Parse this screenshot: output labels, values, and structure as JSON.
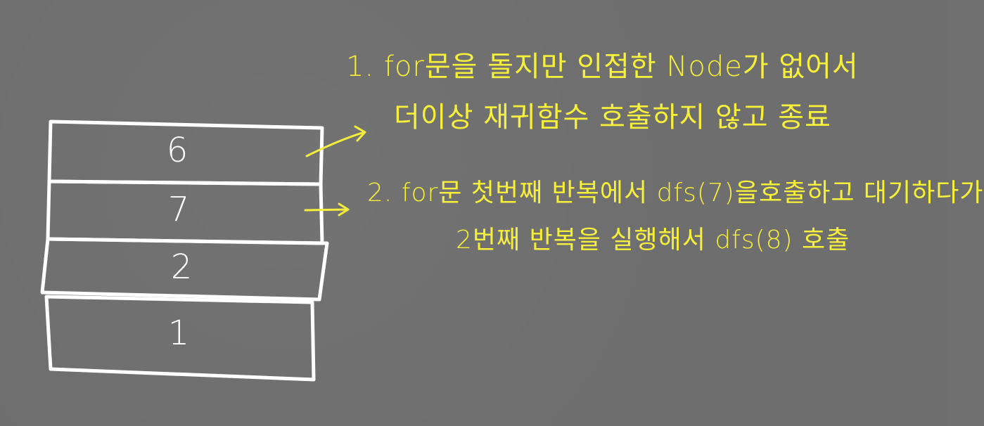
{
  "stack": {
    "frames": [
      {
        "label": "6"
      },
      {
        "label": "7"
      },
      {
        "label": "2"
      },
      {
        "label": "1"
      }
    ]
  },
  "notes": {
    "note1": {
      "line1": "1. for문을 돌지만 인접한 Node가 없어서",
      "line2": "더이상 재귀함수 호출하지 않고 종료"
    },
    "note2": {
      "line1": "2. for문 첫번째 반복에서 dfs(7)을호출하고 대기하다가",
      "line2": "2번째 반복을 실행해서 dfs(8) 호출"
    }
  },
  "colors": {
    "background": "#6e6e6e",
    "stack_ink": "#ffffff",
    "note_ink": "#f7f03a"
  }
}
